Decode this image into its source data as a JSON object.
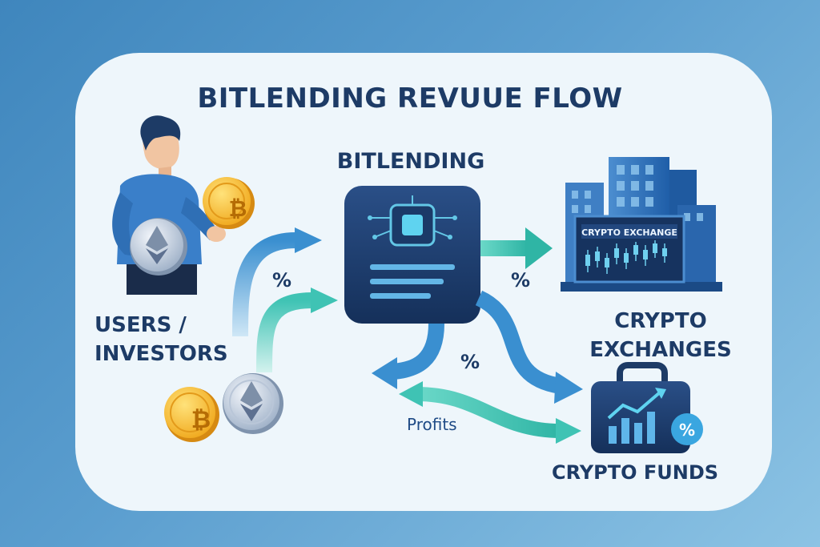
{
  "title": "BITLENDING REVUUE FLOW",
  "center": {
    "label": "BITLENDING"
  },
  "users": {
    "label_line1": "USERS /",
    "label_line2": "INVESTORS"
  },
  "exchanges": {
    "sign": "CRYPTO EXCHANGE",
    "label_line1": "CRYPTO",
    "label_line2": "EXCHANGES"
  },
  "funds": {
    "label": "CRYPTO FUNDS",
    "badge": "%"
  },
  "flows": {
    "profits_label": "Profits",
    "pct_1": "%",
    "pct_2": "%",
    "pct_3": "%"
  },
  "coins": {
    "bitcoin_symbol": "₿"
  },
  "colors": {
    "background": "#4a90c6",
    "card": "#eef6fb",
    "dark_navy": "#1d3b66",
    "blue_arrow": "#3a8fd0",
    "teal_arrow": "#3fc3b4",
    "gold": "#f5b62a"
  }
}
